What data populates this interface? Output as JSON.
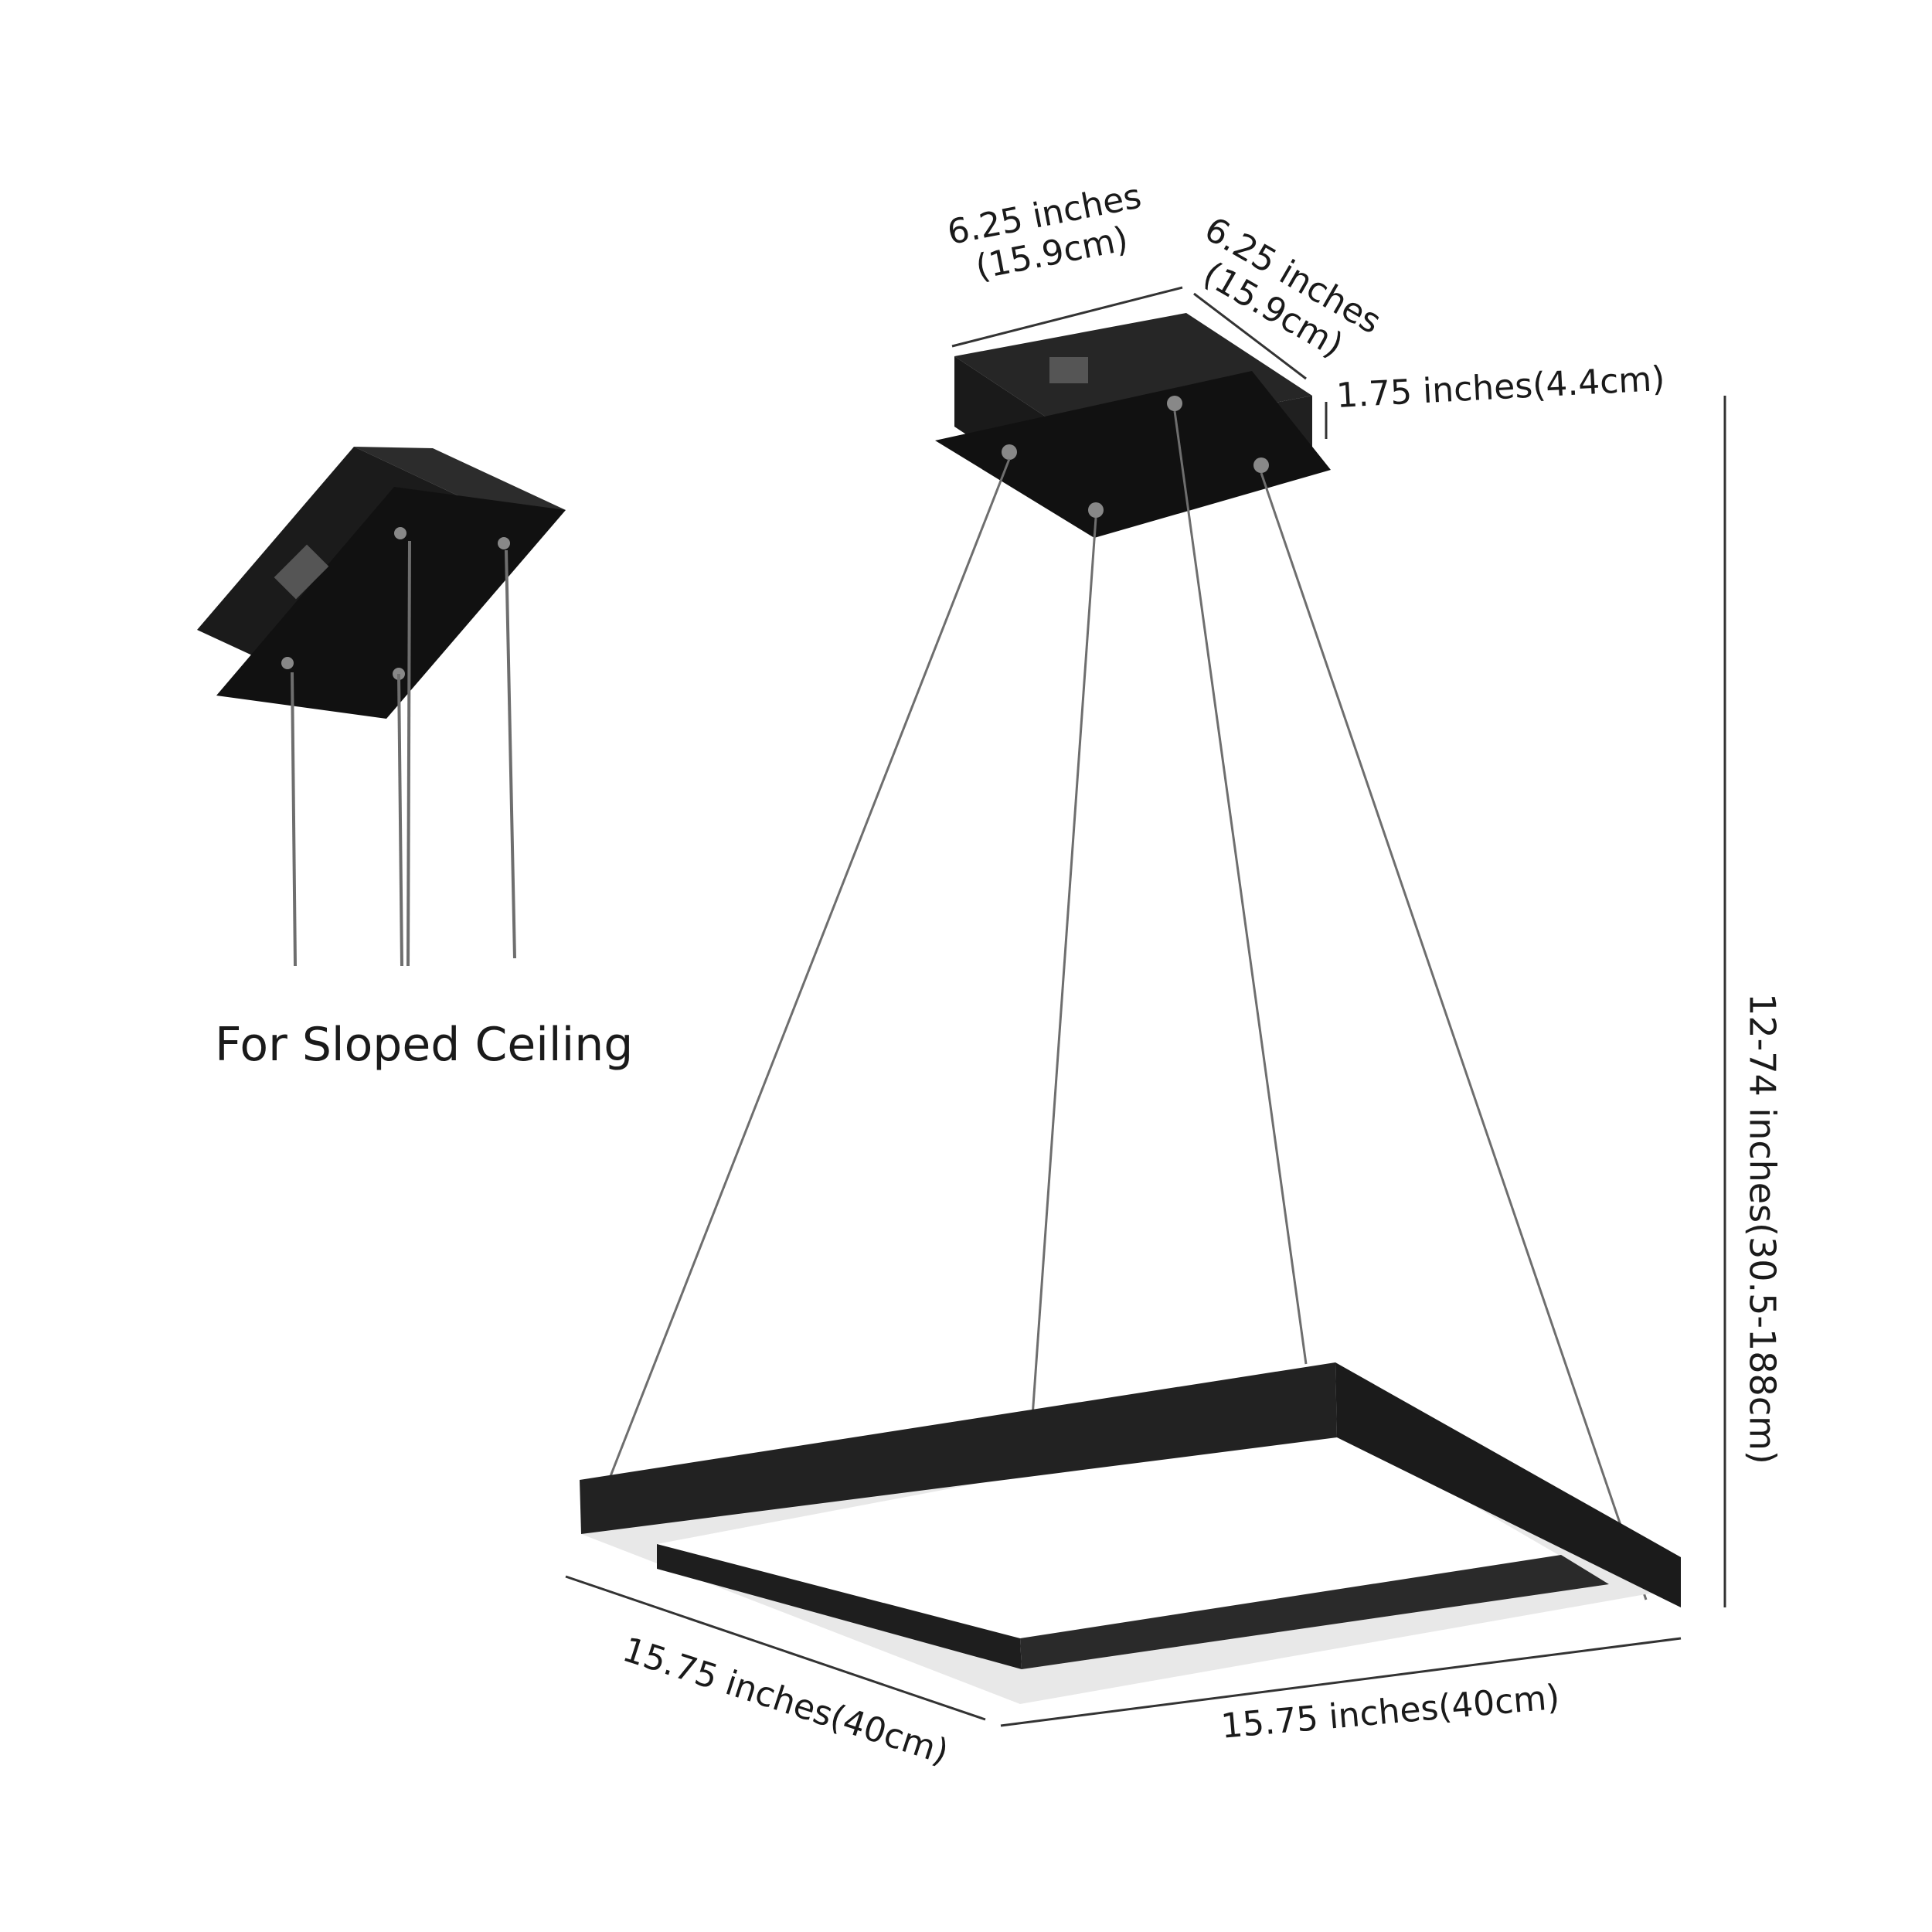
{
  "caption": "For Sloped Ceiling",
  "dimensions": {
    "canopy_width_in": "6.25 inches",
    "canopy_width_cm": "(15.9cm)",
    "canopy_depth_in": "6.25 inches",
    "canopy_depth_cm": "(15.9cm)",
    "canopy_height": "1.75 inches(4.4cm)",
    "frame_depth": "15.75 inches(40cm)",
    "frame_width": "15.75 inches(40cm)",
    "hanging_height": "12-74 inches(30.5-188cm)"
  },
  "colors": {
    "fixture": "#222222",
    "fixture_top": "#2c2c2c",
    "diffuser": "#e8e8e8",
    "cable": "#6e6e6e",
    "dimension_line": "#333333"
  }
}
